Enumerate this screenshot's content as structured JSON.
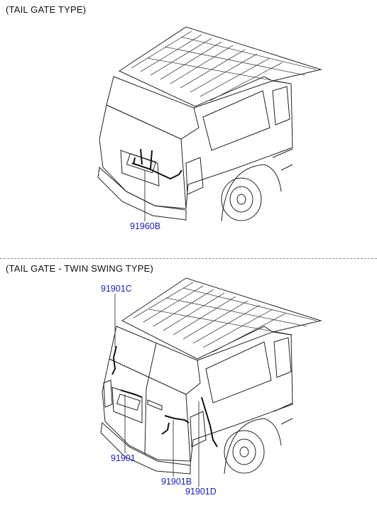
{
  "sections": [
    {
      "title": "(TAIL GATE TYPE)",
      "callouts": [
        "91960B"
      ]
    },
    {
      "title": "(TAIL GATE - TWIN SWING TYPE)",
      "callouts": [
        "91901C",
        "91901",
        "91901B",
        "91901D"
      ]
    }
  ]
}
